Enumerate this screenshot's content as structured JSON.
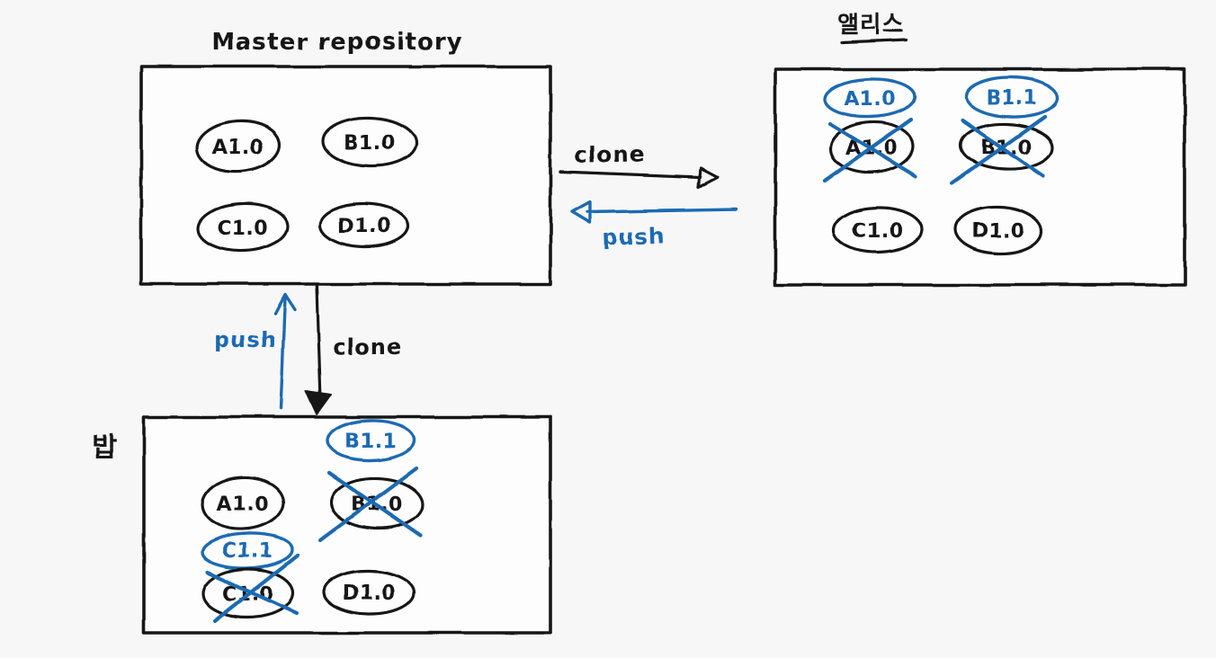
{
  "colors": {
    "bg": "#f7f7f7",
    "box_fill": "#fdfdfd",
    "ink": "#161616",
    "accent": "#1f6bb3"
  },
  "master": {
    "title": "Master repository",
    "files": [
      "A1.0",
      "B1.0",
      "C1.0",
      "D1.0"
    ]
  },
  "alice": {
    "title": "앨리스",
    "updated": [
      "A1.0",
      "B1.1"
    ],
    "crossed": [
      "A1.0",
      "B1.0"
    ],
    "files": [
      "C1.0",
      "D1.0"
    ]
  },
  "bob": {
    "title": "밥",
    "updated": [
      "B1.1",
      "C1.1"
    ],
    "crossed": [
      "B1.0",
      "C1.0"
    ],
    "files": [
      "A1.0",
      "D1.0"
    ]
  },
  "arrows": {
    "alice_clone": "clone",
    "alice_push": "push",
    "bob_clone": "clone",
    "bob_push": "push"
  }
}
